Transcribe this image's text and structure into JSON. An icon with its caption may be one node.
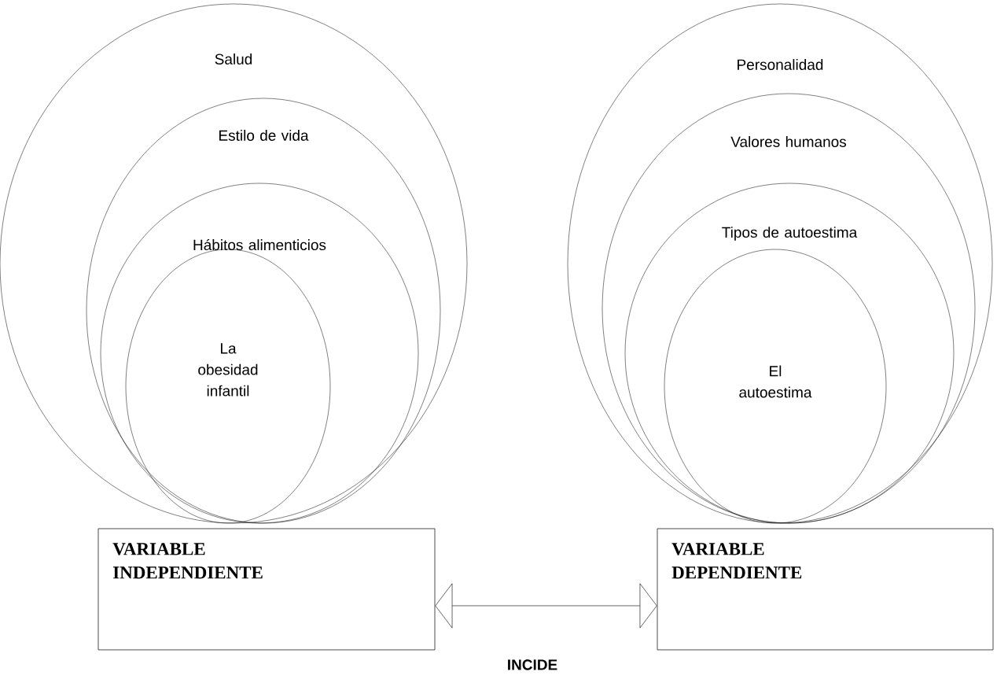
{
  "diagram": {
    "nodes": [
      {
        "text": [
          "Salud"
        ]
      },
      {
        "text": [
          "Estilo de vida"
        ],
        "in": 0
      },
      {
        "text": [
          "Hábitos alimenticios"
        ],
        "in": 1
      },
      {
        "text": [
          "La obesidad infantil"
        ],
        "in": 2
      },
      {
        "text": [
          "Personalidad"
        ]
      },
      {
        "text": [
          "Valores humanos"
        ],
        "in": 4
      },
      {
        "text": [
          "Tipos de autoestima"
        ],
        "in": 5
      },
      {
        "text": [
          "El autoestima"
        ],
        "in": 6
      },
      {
        "text": [
          "VARIABLE INDEPENDIENTE"
        ]
      },
      {
        "text": [
          "VARIABLE DEPENDIENTE"
        ]
      }
    ],
    "edges": [
      {
        "from": 8,
        "to": 9,
        "arrow": "both",
        "label": "INCIDE"
      }
    ]
  }
}
